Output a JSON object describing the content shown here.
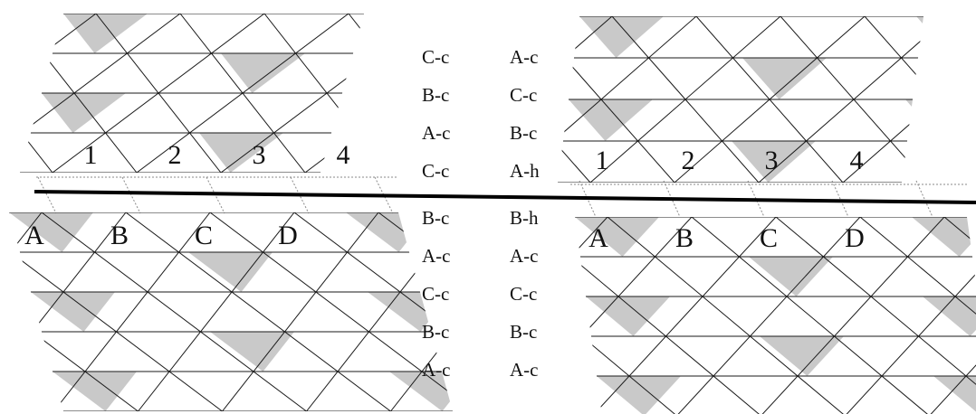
{
  "colors": {
    "line": "#1a1a1a",
    "dotted": "#8a8a8a",
    "shade": "#c9c9c9",
    "divider": "#000000"
  },
  "left_panel": {
    "upper_numbers": [
      "1",
      "2",
      "3",
      "4"
    ],
    "lower_letters": [
      "A",
      "B",
      "C",
      "D"
    ]
  },
  "right_panel": {
    "upper_numbers": [
      "1",
      "2",
      "3",
      "4"
    ],
    "lower_letters": [
      "A",
      "B",
      "C",
      "D"
    ]
  },
  "stacking": {
    "left_column": [
      "C-c",
      "B-c",
      "A-c",
      "C-c",
      "B-c",
      "A-c",
      "C-c",
      "B-c",
      "A-c"
    ],
    "right_column": [
      "A-c",
      "C-c",
      "B-c",
      "A-h",
      "B-h",
      "A-c",
      "C-c",
      "B-c",
      "A-c"
    ]
  }
}
